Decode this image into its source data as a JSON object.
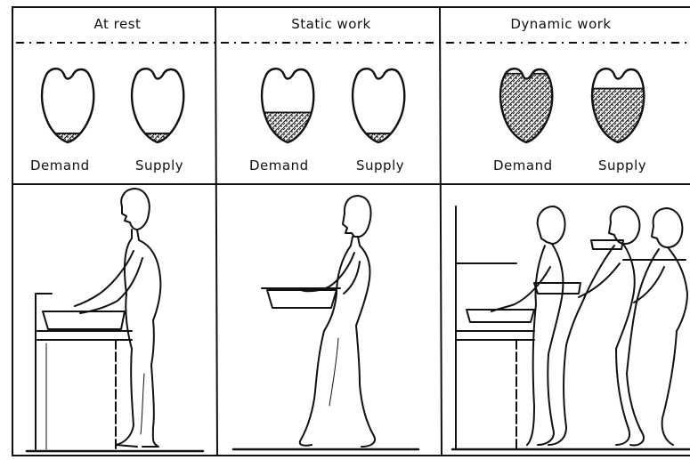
{
  "panels": [
    {
      "title": "At rest",
      "demand_label": "Demand",
      "supply_label": "Supply",
      "demand_level": 0.12,
      "supply_level": 0.12,
      "posture": "standing"
    },
    {
      "title": "Static work",
      "demand_label": "Demand",
      "supply_label": "Supply",
      "demand_level": 0.4,
      "supply_level": 0.12,
      "posture": "holding-tray"
    },
    {
      "title": "Dynamic work",
      "demand_label": "Demand",
      "supply_label": "Supply",
      "demand_level": 0.92,
      "supply_level": 0.72,
      "posture": "moving-sequence"
    }
  ],
  "icons": [
    "heart-icon",
    "human-figure-icon",
    "work-surface-icon",
    "tray-icon"
  ]
}
